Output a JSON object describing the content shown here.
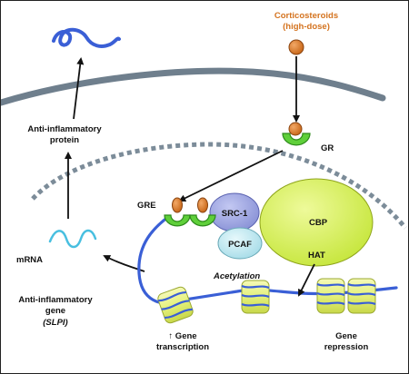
{
  "labels": {
    "corticosteroids_line1": "Corticosteroids",
    "corticosteroids_line2": "(high-dose)",
    "gr": "GR",
    "gre": "GRE",
    "src1": "SRC-1",
    "pcaf": "PCAF",
    "cbp": "CBP",
    "hat": "HAT",
    "acetylation": "Acetylation",
    "protein_line1": "Anti-inflammatory",
    "protein_line2": "protein",
    "mrna": "mRNA",
    "gene_line1": "Anti-inflammatory",
    "gene_line2": "gene",
    "gene_line3": "(SLPI)",
    "transcription_line1": "↑ Gene",
    "transcription_line2": "transcription",
    "repression_line1": "Gene",
    "repression_line2": "repression"
  },
  "colors": {
    "membrane": "#6f7f8d",
    "nuclear_membrane": "#7c8c99",
    "steroid": "#d97a2b",
    "receptor": "#5fcf3a",
    "receptor_dark": "#2d8a1a",
    "src1": "#9aa2e0",
    "pcaf": "#bfe9f2",
    "cbp": "#d8f05a",
    "dna": "#3a5fd6",
    "mrna": "#48bfe0",
    "protein": "#3a5fd6",
    "nucleosome": "#e4f07a",
    "label_orange": "#d4731f"
  }
}
